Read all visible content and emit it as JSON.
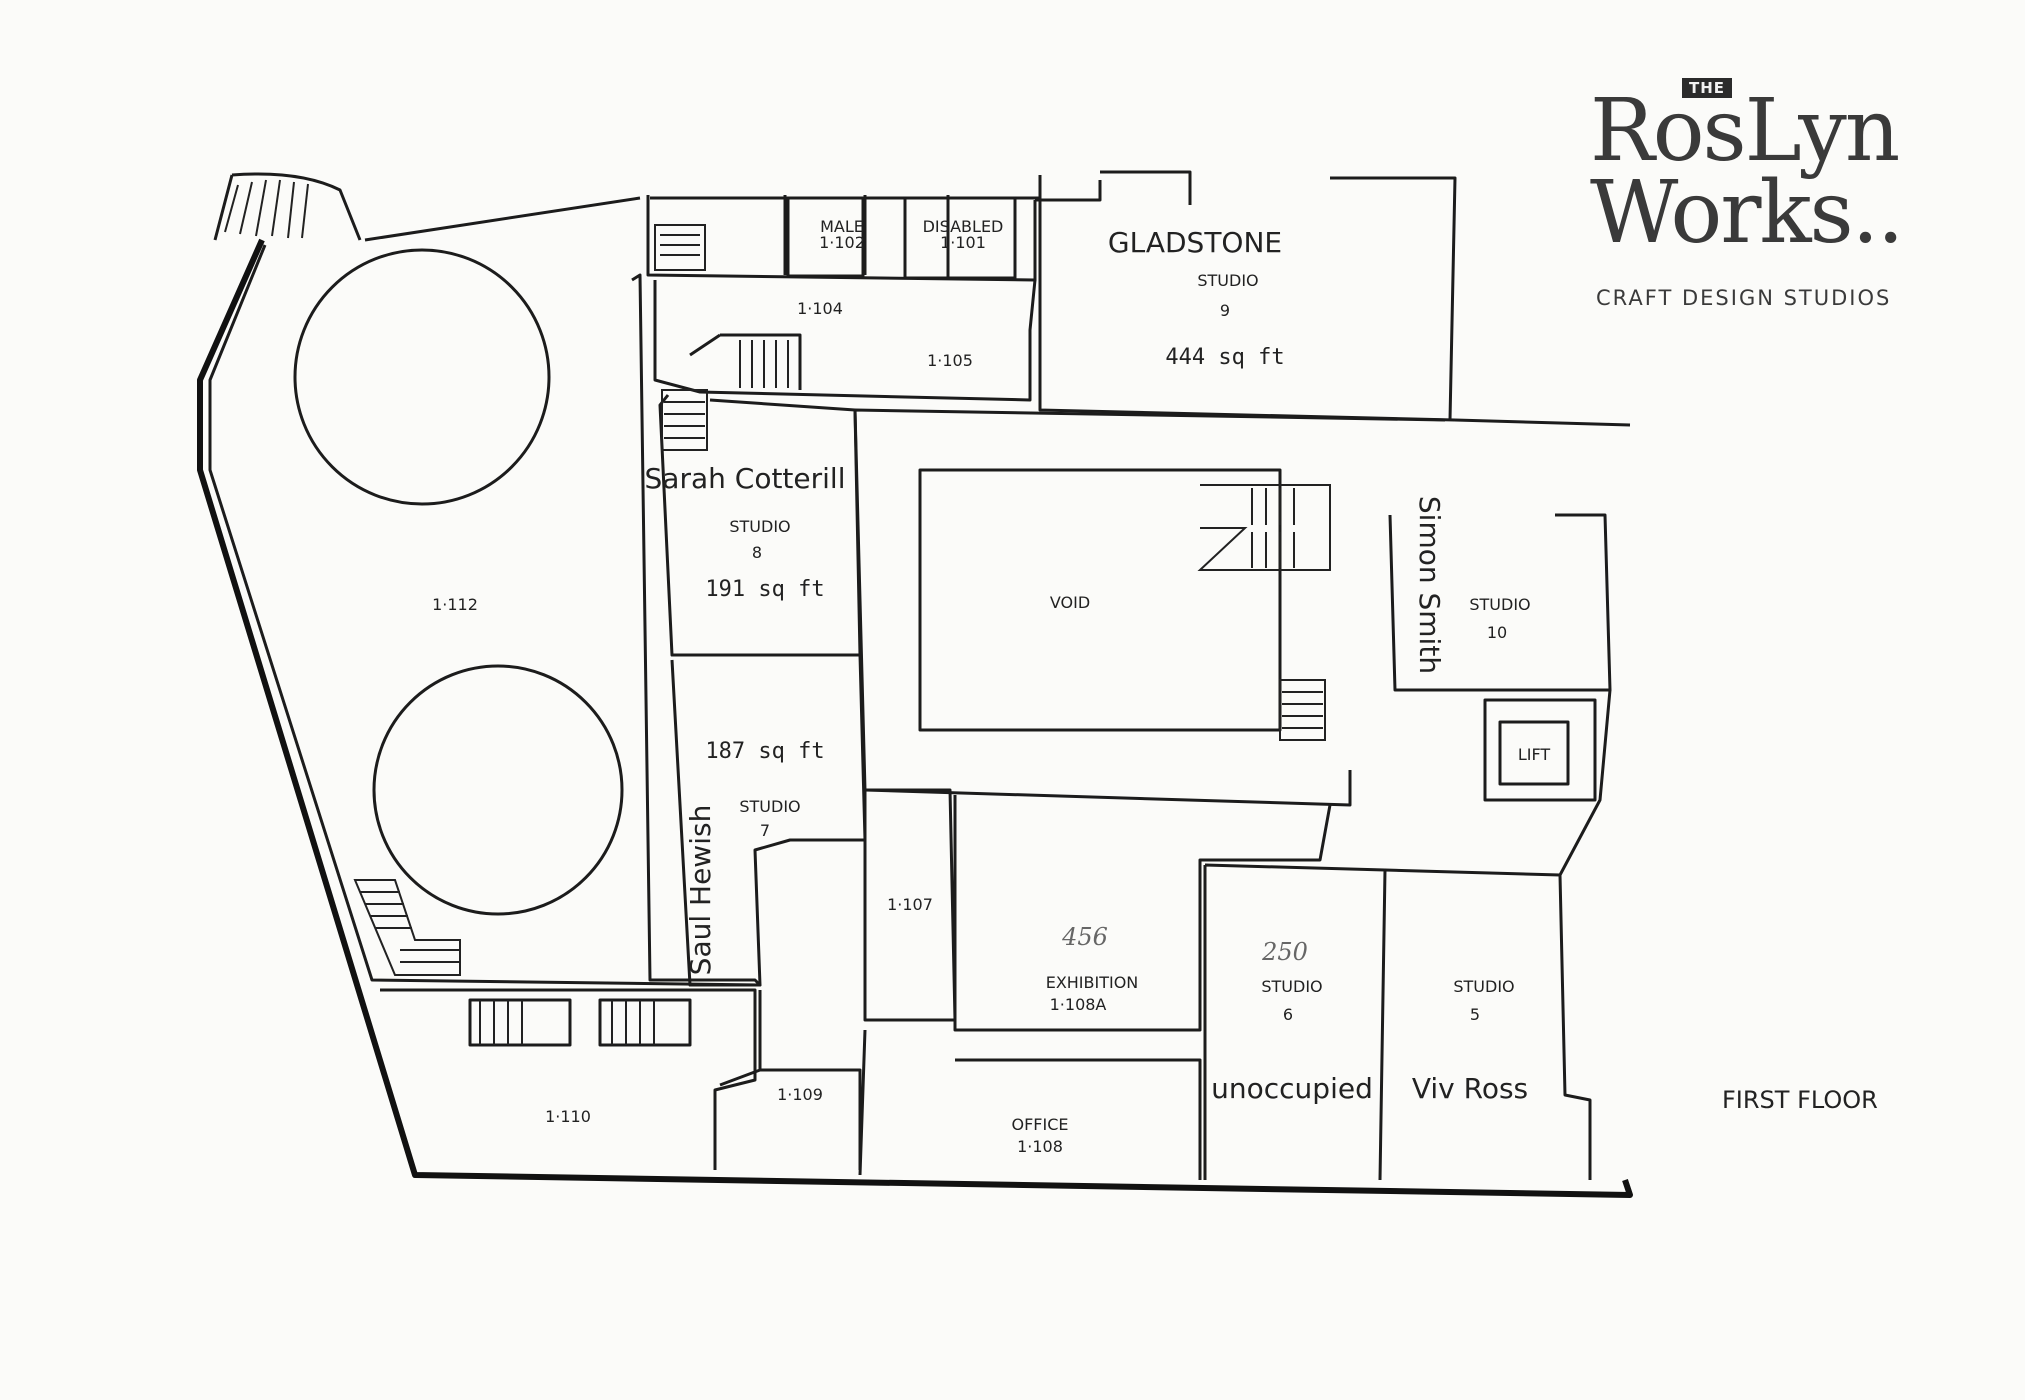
{
  "logo": {
    "badge": "THE",
    "line1": "RosLyn",
    "line2": "Works..",
    "tagline": "CRAFT DESIGN STUDIOS"
  },
  "floor_label": "FIRST FLOOR",
  "rooms": {
    "male": {
      "name": "MALE",
      "number": "1·102"
    },
    "disabled": {
      "name": "DISABLED",
      "number": "1·101"
    },
    "r1104": {
      "number": "1·104"
    },
    "r1105": {
      "number": "1·105"
    },
    "gladstone": {
      "tenant": "GLADSTONE",
      "type": "STUDIO",
      "number": "9",
      "area": "444 sq ft"
    },
    "studio8": {
      "tenant": "Sarah Cotterill",
      "type": "STUDIO",
      "number": "8",
      "area": "191 sq ft"
    },
    "r1112": {
      "number": "1·112"
    },
    "void": {
      "name": "VOID"
    },
    "studio10": {
      "tenant": "Simon Smith",
      "type": "STUDIO",
      "number": "10"
    },
    "lift": {
      "name": "LIFT"
    },
    "studio7": {
      "tenant": "Saul Hewish",
      "type": "STUDIO",
      "number": "7",
      "area": "187 sq ft"
    },
    "r1107": {
      "number": "1·107"
    },
    "exhibition": {
      "name": "EXHIBITION",
      "number": "1·108A",
      "pencil": "456"
    },
    "studio6": {
      "type": "STUDIO",
      "number": "6",
      "pencil": "250",
      "tenant": "unoccupied"
    },
    "studio5": {
      "type": "STUDIO",
      "number": "5",
      "tenant": "Viv Ross"
    },
    "r1109": {
      "number": "1·109"
    },
    "r1110": {
      "number": "1·110"
    },
    "office": {
      "name": "OFFICE",
      "number": "1·108"
    }
  }
}
